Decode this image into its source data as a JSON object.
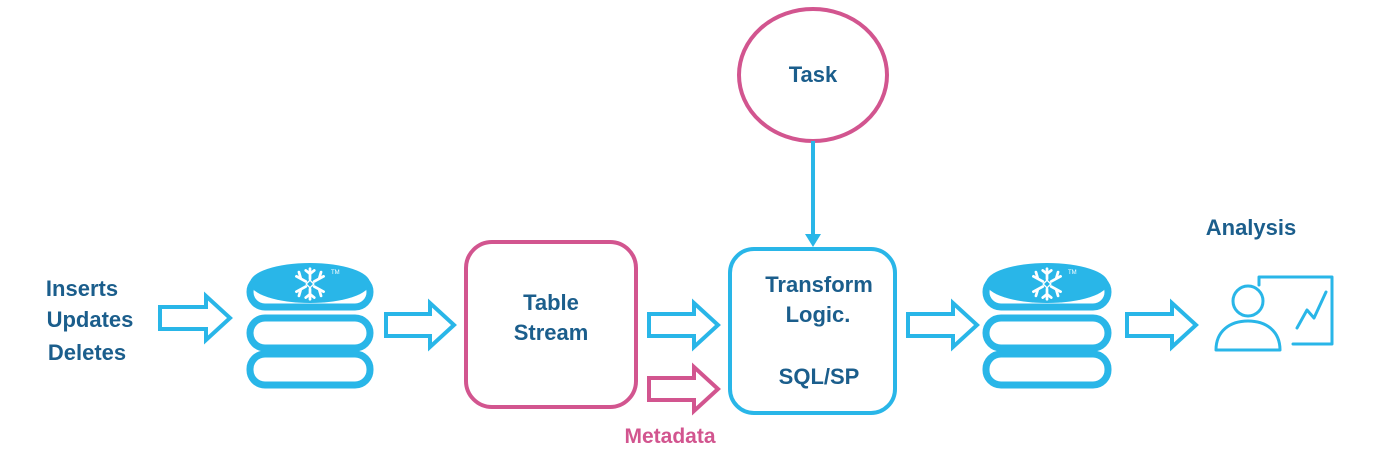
{
  "diagram": {
    "inputs": {
      "line1": "Inserts",
      "line2": "Updates",
      "line3": "Deletes"
    },
    "table_stream": {
      "line1": "Table",
      "line2": "Stream"
    },
    "transform": {
      "line1": "Transform",
      "line2": "Logic.",
      "line3": "SQL/SP"
    },
    "task": {
      "label": "Task"
    },
    "metadata": {
      "label": "Metadata"
    },
    "analysis": {
      "label": "Analysis"
    },
    "logo_mark": {
      "tm": "TM"
    },
    "colors": {
      "cyan": "#29b6e8",
      "pink": "#d2558f",
      "navy_text": "#1b5e8c",
      "pink_text": "#d2558f"
    },
    "icons": {
      "source_db": "database-snowflake-icon",
      "target_db": "database-snowflake-icon",
      "analysis": "person-chart-icon"
    }
  }
}
